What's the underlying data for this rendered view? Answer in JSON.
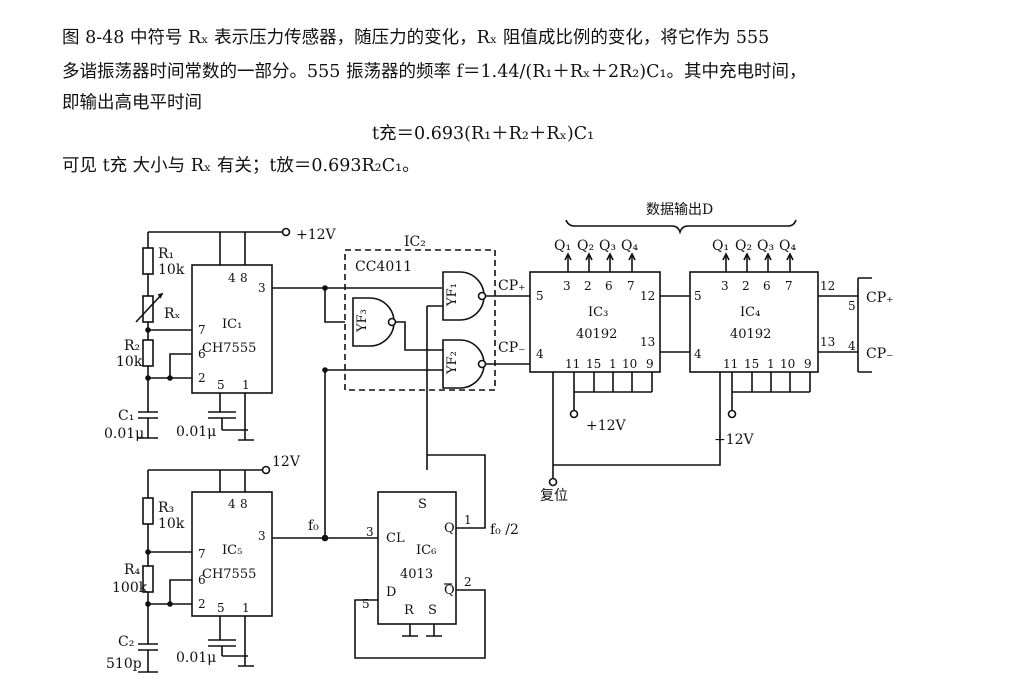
{
  "text": {
    "line1": "图 8-48 中符号 Rₓ 表示压力传感器，随压力的变化，Rₓ 阻值成比例的变化，将它作为 555",
    "line2": "多谐振荡器时间常数的一部分。555 振荡器的频率 f＝1.44/(R₁＋Rₓ＋2R₂)C₁。其中充电时间，",
    "line3": "即输出高电平时间",
    "formula": "t充＝0.693(R₁＋R₂＋Rₓ)C₁",
    "line4": "可见 t充 大小与 Rₓ 有关；t放＝0.693R₂C₁。"
  },
  "circuit": {
    "supply_12v_plus": "+12V",
    "supply_12v": "12V",
    "supply_ic3": "+12V",
    "supply_ic4": "+12V",
    "r1": "R₁",
    "r1_val": "10k",
    "rx": "Rₓ",
    "r2": "R₂",
    "r2_val": "10k",
    "c1": "C₁",
    "c1_val": "0.01μ",
    "ic1_cap": "0.01μ",
    "ic1_name": "IC₁",
    "ic1_part": "CH7555",
    "ic2_name": "IC₂",
    "ic2_part": "CC4011",
    "yf1": "YF₁",
    "yf2": "YF₂",
    "yf3": "YF₃",
    "cp_plus": "CP₊",
    "cp_minus": "CP₋",
    "ic3_name": "IC₃",
    "ic3_part": "40192",
    "ic4_name": "IC₄",
    "ic4_part": "40192",
    "data_out": "数据输出D",
    "q1": "Q₁",
    "q2": "Q₂",
    "q3": "Q₃",
    "q4": "Q₄",
    "reset": "复位",
    "r3": "R₃",
    "r3_val": "10k",
    "r4": "R₄",
    "r4_val": "100k",
    "c2": "C₂",
    "c2_val": "510p",
    "ic5_cap": "0.01μ",
    "ic5_name": "IC₅",
    "ic5_part": "CH7555",
    "f0": "f₀",
    "ic6_name": "IC₆",
    "ic6_part": "4013",
    "ic6_cl": "CL",
    "ic6_d": "D",
    "ic6_s_top": "S",
    "ic6_r": "R",
    "ic6_s": "S",
    "ic6_q": "Q",
    "ic6_qbar": "Q",
    "f0_half": "f₀ /2",
    "out_cp_plus": "CP₊",
    "out_cp_minus": "CP₋"
  }
}
